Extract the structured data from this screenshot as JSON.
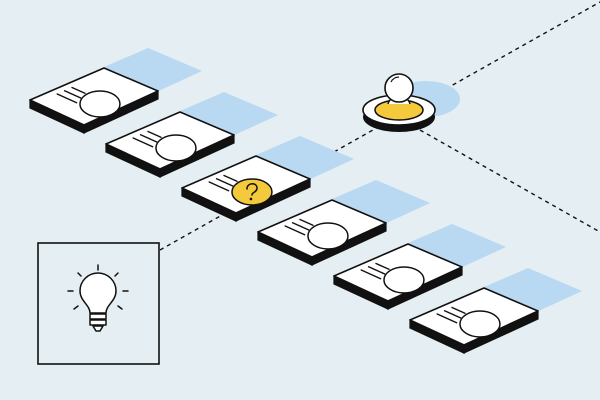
{
  "colors": {
    "background": "#e4eef3",
    "ink": "#111111",
    "card_face": "#ffffff",
    "card_side": "#111111",
    "shadow": "#b9d8f2",
    "accent_yellow": "#f4c93c"
  },
  "icons": {
    "idea": "lightbulb-icon",
    "unknown": "question-mark-icon",
    "marker": "game-pawn-icon"
  },
  "cards": [
    {
      "name": "card-1",
      "face": "circle"
    },
    {
      "name": "card-2",
      "face": "circle"
    },
    {
      "name": "card-3",
      "face": "question"
    },
    {
      "name": "card-4",
      "face": "circle"
    },
    {
      "name": "card-5",
      "face": "circle"
    },
    {
      "name": "card-6",
      "face": "circle"
    }
  ]
}
